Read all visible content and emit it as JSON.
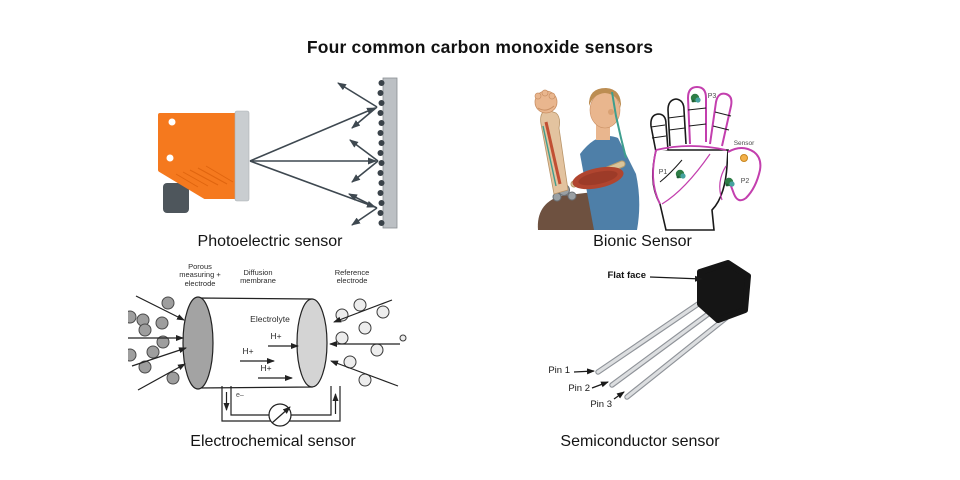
{
  "title": "Four common carbon monoxide sensors",
  "photoelectric": {
    "caption": "Photoelectric sensor"
  },
  "bionic": {
    "caption": "Bionic Sensor",
    "p1": "P1",
    "p2": "P2",
    "p3": "P3",
    "sensor_label": "Sensor"
  },
  "electrochemical": {
    "caption": "Electrochemical sensor",
    "label_porous": "Porous\nmeasuring +\nelectrode",
    "label_diffusion": "Diffusion\nmembrane",
    "label_reference": "Reference\nelectrode",
    "label_electrolyte": "Electrolyte",
    "h_plus": "H+",
    "electron_label": "e–"
  },
  "semiconductor": {
    "caption": "Semiconductor sensor",
    "flat_face": "Flat face",
    "pin1": "Pin 1",
    "pin2": "Pin 2",
    "pin3": "Pin 3"
  },
  "colors": {
    "sensor_orange": "#F5791E",
    "hand_magenta": "#C33FAE",
    "marker_green": "#2E7D46",
    "sensor_dot_orange": "#F3B04A",
    "arrow_dark": "#3E4850",
    "shirt_blue": "#4E7FA8",
    "pants_brown": "#6E5140",
    "component_black": "#151515"
  }
}
